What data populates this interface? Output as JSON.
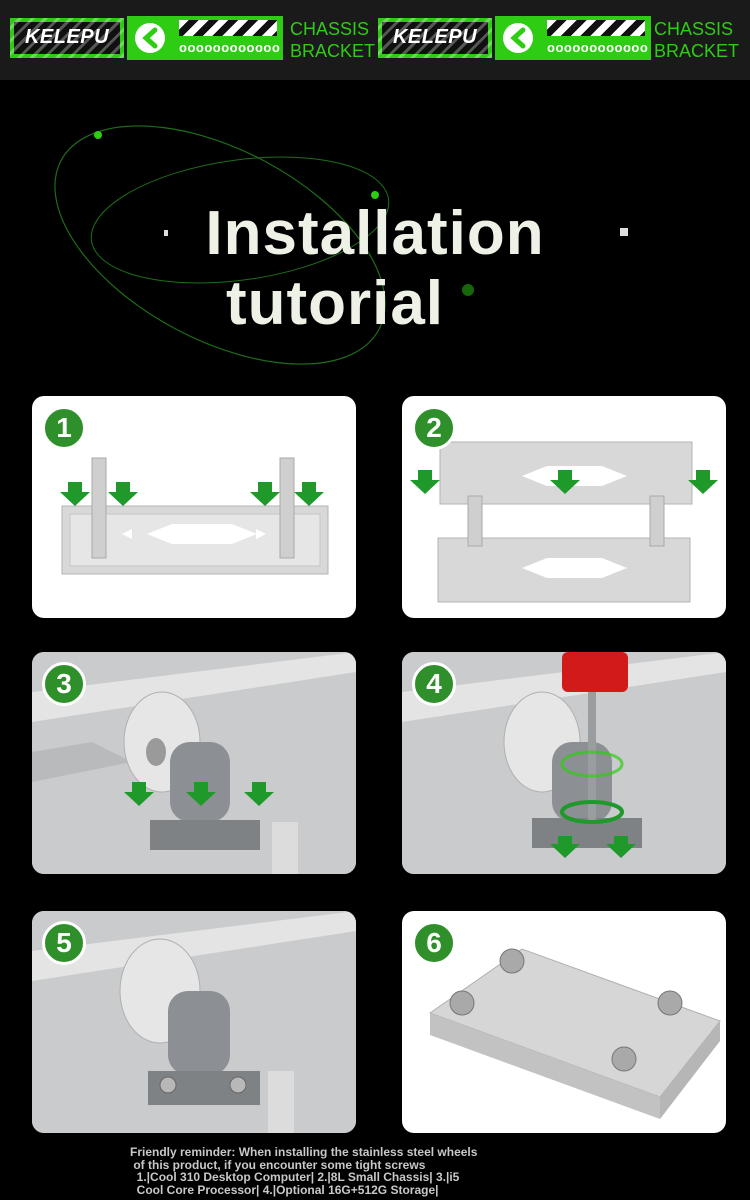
{
  "header": {
    "brand_name": "KELEPU",
    "badge_dots": "oooooooooooo",
    "product_line1": "CHASSIS",
    "product_line2": "BRACKET",
    "brand_name_2": "KELEPU",
    "badge_dots_2": "oooooooooooo",
    "product_line1_2": "CHASSIS",
    "product_line2_2": "BRACKET"
  },
  "hero": {
    "title_line1": "Installation",
    "title_line2": "tutorial"
  },
  "steps": [
    {
      "number": "1"
    },
    {
      "number": "2"
    },
    {
      "number": "3"
    },
    {
      "number": "4"
    },
    {
      "number": "5"
    },
    {
      "number": "6"
    }
  ],
  "footer": {
    "line1": "Friendly reminder: When installing the stainless steel wheels",
    "line2": " of this product, if you encounter some tight screws",
    "line3": "  1.|Cool 310 Desktop Computer| 2.|8L Small Chassis| 3.|i5",
    "line4": "  Cool Core Processor| 4.|Optional 16G+512G Storage|"
  },
  "colors": {
    "accent_green": "#2ecc12",
    "badge_green": "#2f8f2a",
    "arrow_green": "#1f9a2a",
    "background": "#000000"
  }
}
